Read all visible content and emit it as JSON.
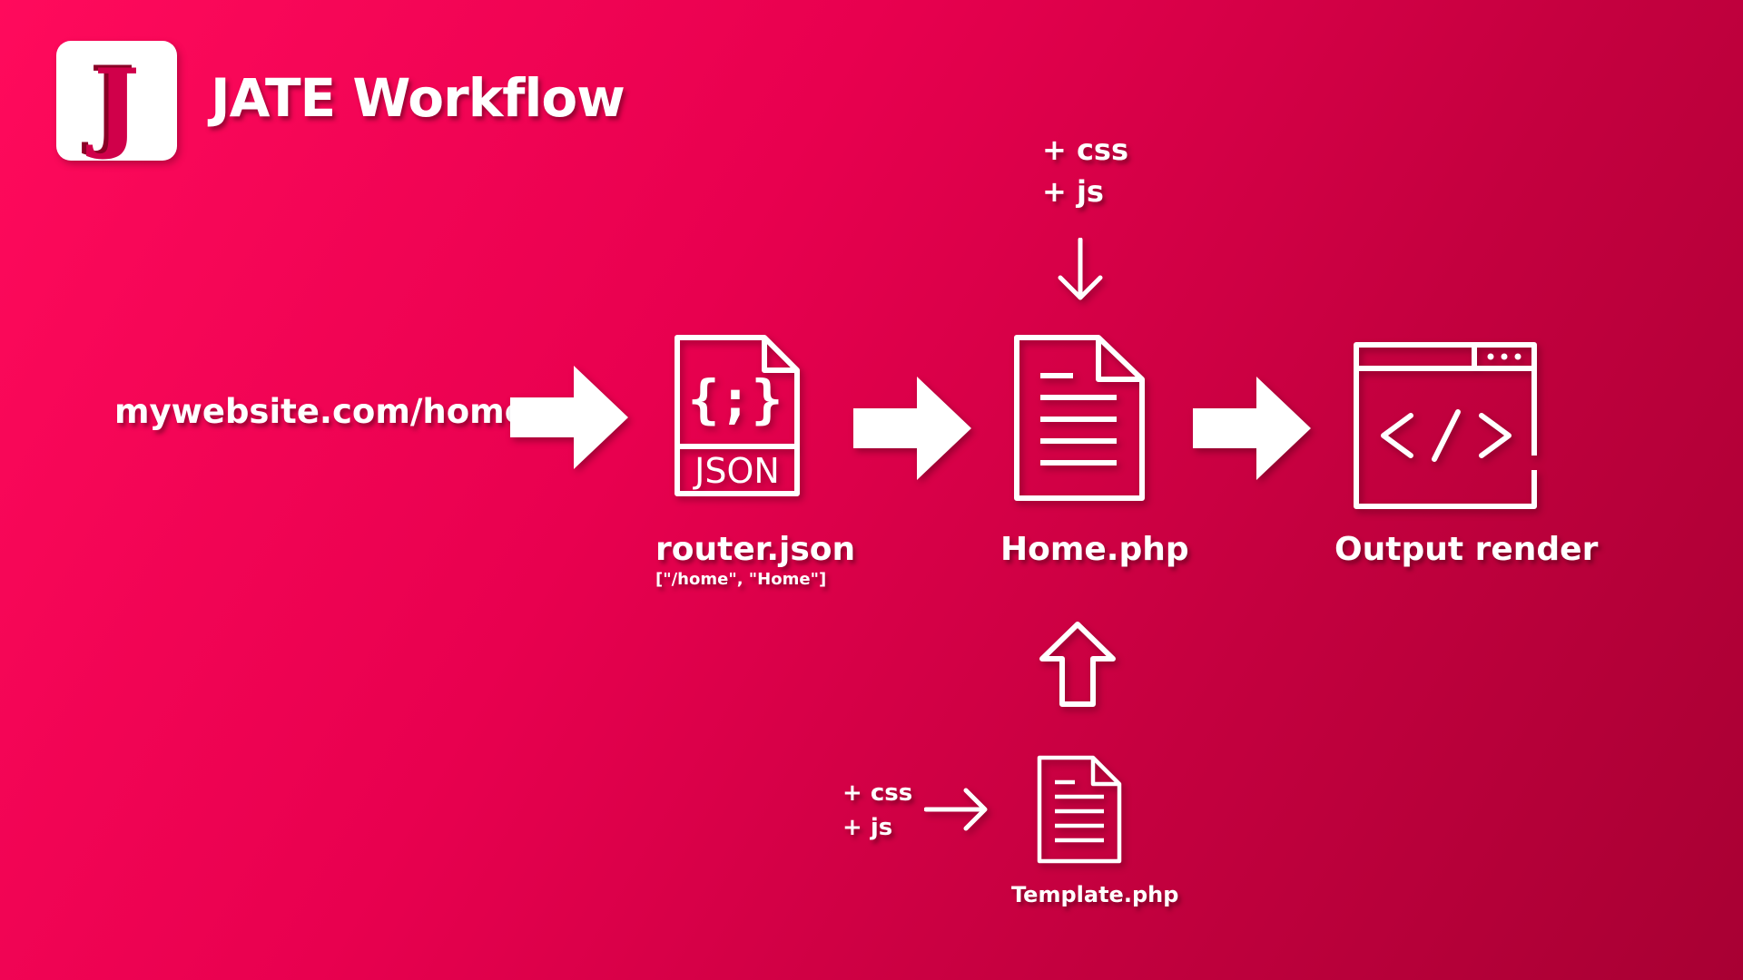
{
  "header": {
    "title": "JATE Workflow",
    "logo_letter": "J"
  },
  "flow": {
    "url": "mywebsite.com/home",
    "router": {
      "label": "router.json",
      "route": "[\"/home\", \"Home\"]",
      "icon_text": "JSON",
      "icon_symbol": "{;}"
    },
    "home": {
      "label": "Home.php",
      "additions": [
        "+ css",
        "+ js"
      ]
    },
    "template": {
      "label": "Template.php",
      "additions": [
        "+ css",
        "+ js"
      ]
    },
    "output": {
      "label": "Output render",
      "icon_symbol": "</>"
    }
  },
  "colors": {
    "background_start": "#ff0a5c",
    "background_end": "#a80033",
    "foreground": "#ffffff",
    "logo_accent": "#d0004a"
  },
  "icons": [
    "logo-j",
    "arrow-right-block",
    "json-file-icon",
    "document-icon",
    "browser-code-icon",
    "arrow-down-thin",
    "arrow-up-outline",
    "arrow-right-thin"
  ]
}
